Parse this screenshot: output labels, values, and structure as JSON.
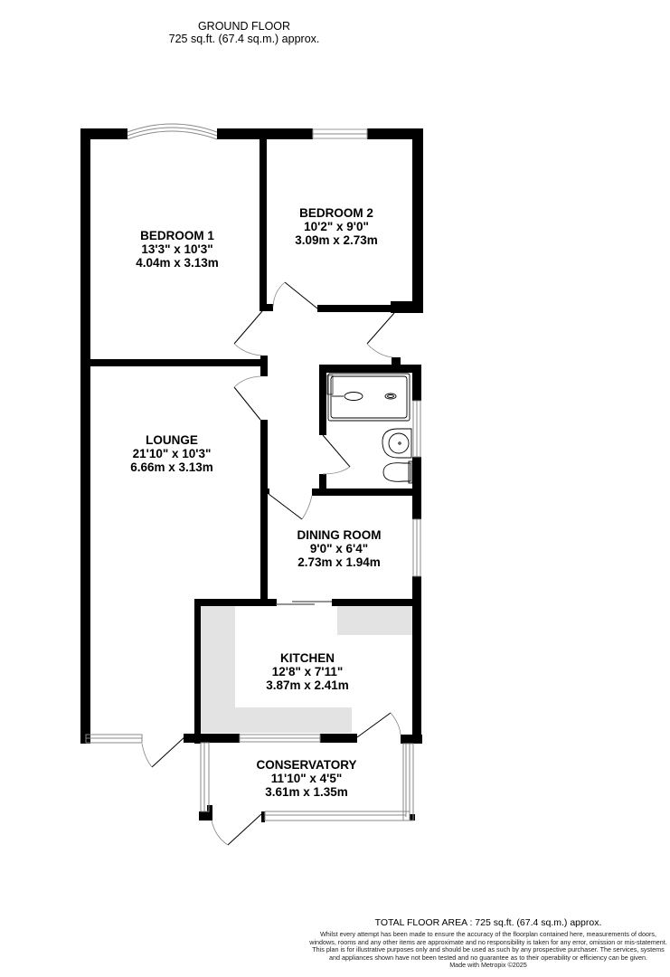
{
  "header": {
    "floor_name": "GROUND FLOOR",
    "floor_area": "725 sq.ft. (67.4 sq.m.) approx."
  },
  "rooms": [
    {
      "id": "bedroom-1",
      "name": "BEDROOM 1",
      "imperial": "13'3\"  x 10'3\"",
      "metric": "4.04m  x 3.13m"
    },
    {
      "id": "bedroom-2",
      "name": "BEDROOM 2",
      "imperial": "10'2\"  x 9'0\"",
      "metric": "3.09m  x 2.73m"
    },
    {
      "id": "lounge",
      "name": "LOUNGE",
      "imperial": "21'10\"  x 10'3\"",
      "metric": "6.66m  x 3.13m"
    },
    {
      "id": "dining-room",
      "name": "DINING ROOM",
      "imperial": "9'0\"  x 6'4\"",
      "metric": "2.73m  x 1.94m"
    },
    {
      "id": "kitchen",
      "name": "KITCHEN",
      "imperial": "12'8\"  x 7'11\"",
      "metric": "3.87m  x 2.41m"
    },
    {
      "id": "conservatory",
      "name": "CONSERVATORY",
      "imperial": "11'10\"  x 4'5\"",
      "metric": "3.61m  x 1.35m"
    }
  ],
  "footer": {
    "total_area": "TOTAL FLOOR AREA : 725 sq.ft. (67.4 sq.m.) approx.",
    "disclaimer": "Whilst every attempt has been made to ensure the accuracy of the floorplan contained here, measurements of doors, windows, rooms and any other items are approximate and no responsibility is taken for any error, omission or mis-statement. This plan is for illustrative purposes only and should be used as such by any prospective purchaser. The services, systems and appliances shown have not been tested and no guarantee as to their operability or efficiency can be given.",
    "credit": "Made with Metropix ©2025"
  },
  "colors": {
    "wall": "#000000",
    "kitchen_worktop": "#e3e3e3",
    "window": "#888888",
    "background": "#ffffff"
  }
}
